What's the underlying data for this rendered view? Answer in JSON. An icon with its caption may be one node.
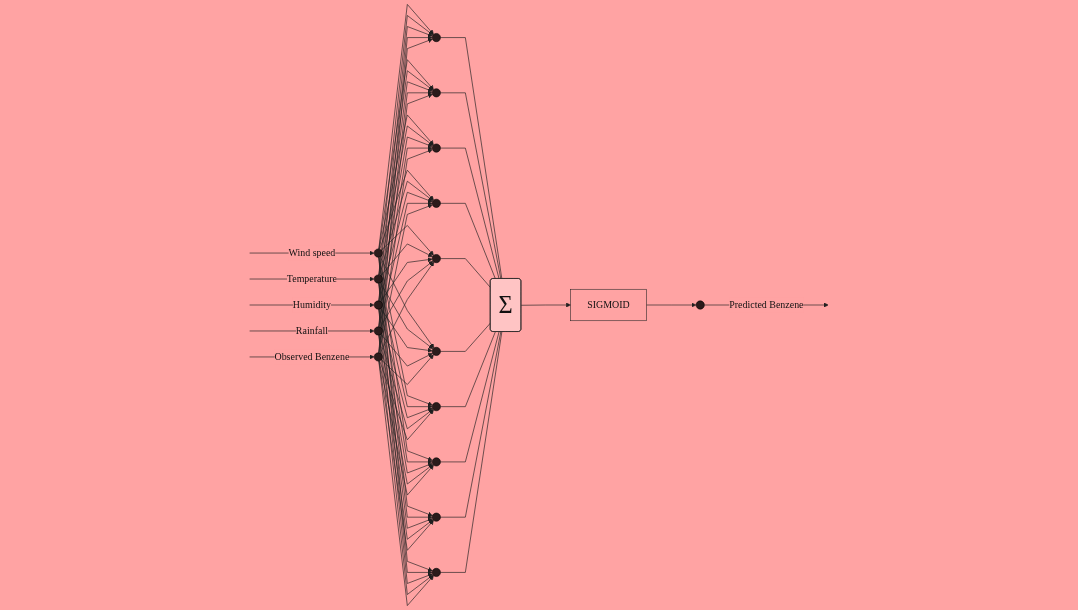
{
  "diagram": {
    "nodes": [
      {
        "text": [],
        "shape": "circle"
      },
      {
        "text": [],
        "shape": "circle"
      },
      {
        "text": [],
        "shape": "circle"
      },
      {
        "text": [],
        "shape": "circle"
      },
      {
        "text": [],
        "shape": "circle"
      },
      {
        "text": [],
        "shape": "circle"
      },
      {
        "text": [],
        "shape": "circle"
      },
      {
        "text": [],
        "shape": "circle"
      },
      {
        "text": [],
        "shape": "circle"
      },
      {
        "text": [],
        "shape": "circle"
      },
      {
        "text": [],
        "shape": "circle"
      },
      {
        "text": [],
        "shape": "circle"
      },
      {
        "text": [],
        "shape": "circle"
      },
      {
        "text": [],
        "shape": "circle"
      },
      {
        "text": [],
        "shape": "circle"
      },
      {
        "text": [
          "Σ"
        ]
      },
      {
        "text": [
          "SIGMOID"
        ]
      },
      {
        "text": [],
        "shape": "circle"
      }
    ],
    "edges": [
      {
        "from": null,
        "to": 0,
        "arrow": "to",
        "label": "Wind speed"
      },
      {
        "from": null,
        "to": 1,
        "arrow": "to",
        "label": "Temperature"
      },
      {
        "from": null,
        "to": 2,
        "arrow": "to",
        "label": "Humidity"
      },
      {
        "from": null,
        "to": 3,
        "arrow": "to",
        "label": "Rainfall"
      },
      {
        "from": null,
        "to": 4,
        "arrow": "to",
        "label": "Observed Benzene"
      },
      {
        "from": 0,
        "to": 5,
        "arrow": "to"
      },
      {
        "from": 0,
        "to": 6,
        "arrow": "to"
      },
      {
        "from": 0,
        "to": 7,
        "arrow": "to"
      },
      {
        "from": 0,
        "to": 8,
        "arrow": "to"
      },
      {
        "from": 0,
        "to": 9,
        "arrow": "to"
      },
      {
        "from": 0,
        "to": 10,
        "arrow": "to"
      },
      {
        "from": 0,
        "to": 11,
        "arrow": "to"
      },
      {
        "from": 0,
        "to": 12,
        "arrow": "to"
      },
      {
        "from": 0,
        "to": 13,
        "arrow": "to"
      },
      {
        "from": 0,
        "to": 14,
        "arrow": "to"
      },
      {
        "from": 1,
        "to": 5,
        "arrow": "to"
      },
      {
        "from": 1,
        "to": 6,
        "arrow": "to"
      },
      {
        "from": 1,
        "to": 7,
        "arrow": "to"
      },
      {
        "from": 1,
        "to": 8,
        "arrow": "to"
      },
      {
        "from": 1,
        "to": 9,
        "arrow": "to"
      },
      {
        "from": 1,
        "to": 10,
        "arrow": "to"
      },
      {
        "from": 1,
        "to": 11,
        "arrow": "to"
      },
      {
        "from": 1,
        "to": 12,
        "arrow": "to"
      },
      {
        "from": 1,
        "to": 13,
        "arrow": "to"
      },
      {
        "from": 1,
        "to": 14,
        "arrow": "to"
      },
      {
        "from": 2,
        "to": 5,
        "arrow": "to"
      },
      {
        "from": 2,
        "to": 6,
        "arrow": "to"
      },
      {
        "from": 2,
        "to": 7,
        "arrow": "to"
      },
      {
        "from": 2,
        "to": 8,
        "arrow": "to"
      },
      {
        "from": 2,
        "to": 9,
        "arrow": "to"
      },
      {
        "from": 2,
        "to": 10,
        "arrow": "to"
      },
      {
        "from": 2,
        "to": 11,
        "arrow": "to"
      },
      {
        "from": 2,
        "to": 12,
        "arrow": "to"
      },
      {
        "from": 2,
        "to": 13,
        "arrow": "to"
      },
      {
        "from": 2,
        "to": 14,
        "arrow": "to"
      },
      {
        "from": 3,
        "to": 5,
        "arrow": "to"
      },
      {
        "from": 3,
        "to": 6,
        "arrow": "to"
      },
      {
        "from": 3,
        "to": 7,
        "arrow": "to"
      },
      {
        "from": 3,
        "to": 8,
        "arrow": "to"
      },
      {
        "from": 3,
        "to": 9,
        "arrow": "to"
      },
      {
        "from": 3,
        "to": 10,
        "arrow": "to"
      },
      {
        "from": 3,
        "to": 11,
        "arrow": "to"
      },
      {
        "from": 3,
        "to": 12,
        "arrow": "to"
      },
      {
        "from": 3,
        "to": 13,
        "arrow": "to"
      },
      {
        "from": 3,
        "to": 14,
        "arrow": "to"
      },
      {
        "from": 4,
        "to": 5,
        "arrow": "to"
      },
      {
        "from": 4,
        "to": 6,
        "arrow": "to"
      },
      {
        "from": 4,
        "to": 7,
        "arrow": "to"
      },
      {
        "from": 4,
        "to": 8,
        "arrow": "to"
      },
      {
        "from": 4,
        "to": 9,
        "arrow": "to"
      },
      {
        "from": 4,
        "to": 10,
        "arrow": "to"
      },
      {
        "from": 4,
        "to": 11,
        "arrow": "to"
      },
      {
        "from": 4,
        "to": 12,
        "arrow": "to"
      },
      {
        "from": 4,
        "to": 13,
        "arrow": "to"
      },
      {
        "from": 4,
        "to": 14,
        "arrow": "to"
      },
      {
        "from": 5,
        "to": 15,
        "arrow": "none"
      },
      {
        "from": 6,
        "to": 15,
        "arrow": "none"
      },
      {
        "from": 7,
        "to": 15,
        "arrow": "none"
      },
      {
        "from": 8,
        "to": 15,
        "arrow": "none"
      },
      {
        "from": 9,
        "to": 15,
        "arrow": "none"
      },
      {
        "from": 10,
        "to": 15,
        "arrow": "none"
      },
      {
        "from": 11,
        "to": 15,
        "arrow": "none"
      },
      {
        "from": 12,
        "to": 15,
        "arrow": "none"
      },
      {
        "from": 13,
        "to": 15,
        "arrow": "none"
      },
      {
        "from": 14,
        "to": 15,
        "arrow": "none"
      },
      {
        "from": 15,
        "to": 16,
        "arrow": "to"
      },
      {
        "from": 16,
        "to": 17,
        "arrow": "to"
      },
      {
        "from": 17,
        "to": null,
        "arrow": "to",
        "label": "Predicted Benzene"
      }
    ]
  }
}
